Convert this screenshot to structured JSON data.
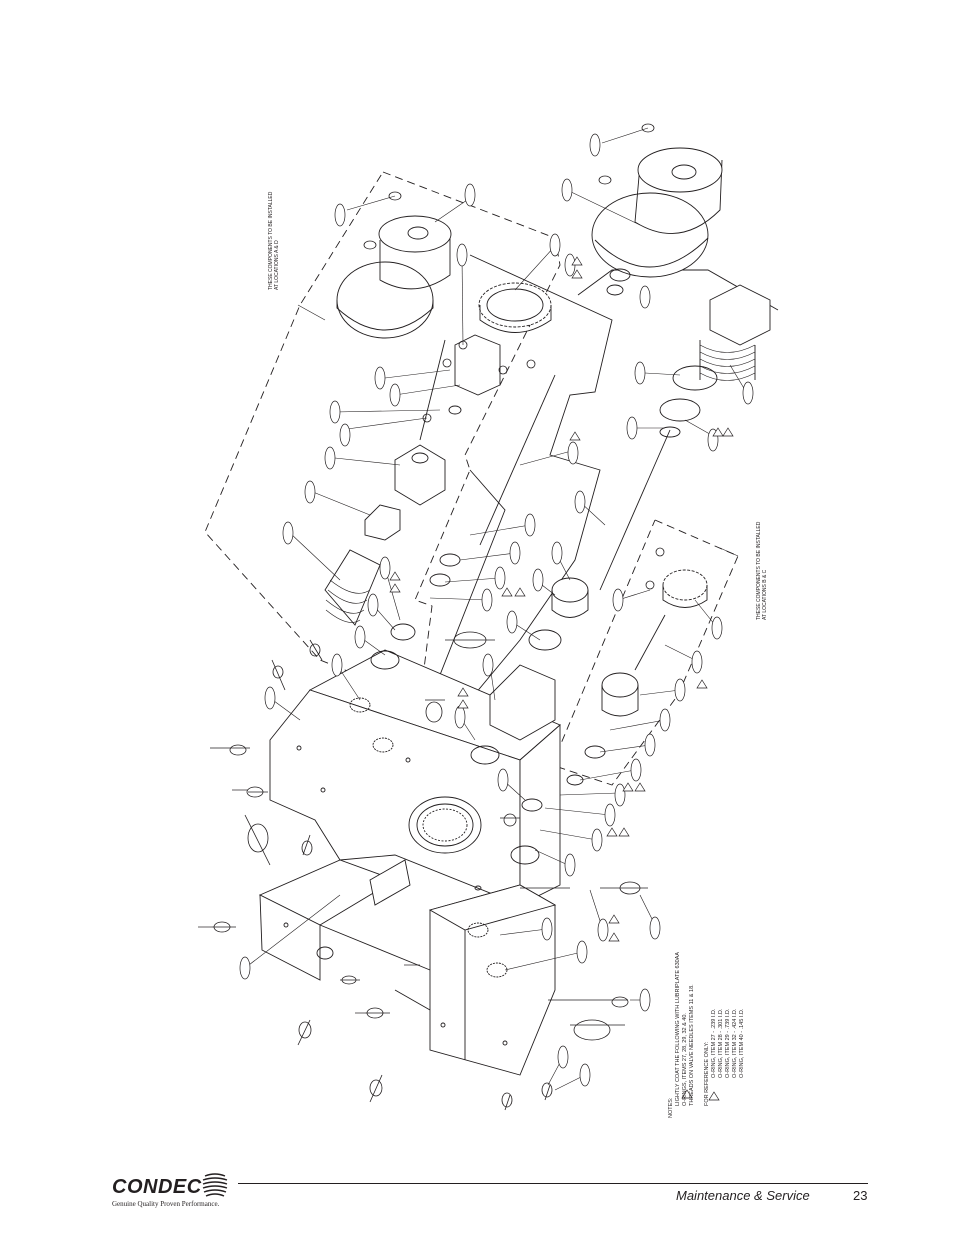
{
  "footer": {
    "logo": "CONDEC",
    "tagline": "Genuine Quality Proven Performance.",
    "section": "Maintenance & Service",
    "page": "23"
  },
  "notes": {
    "heading": "NOTES:",
    "note1_line1": "LIGHTLY COAT THE FOLLOWING WITH LUBRIPLATE 630AA",
    "note1_line2": "O-RINGS, ITEMS 27, 28, 29, 32 & 40.",
    "note1_line3": "THREADS ON VALVE NEEDLES ITEMS 11 & 18.",
    "note2_heading": "FOR REFERENCE ONLY:",
    "oring_list": [
      "O-RING, ITEM 27 - .239 I.D.",
      "O-RING, ITEM 28 - .301 I.D.",
      "O-RING, ITEM 29 - .739 I.D.",
      "O-RING, ITEM 32 - .424 I.D.",
      "O-RING, ITEM 40 - .145 I.D."
    ]
  },
  "group_notes": {
    "top_line1": "THESE COMPONENTS TO BE INSTALLED",
    "top_line2": "AT LOCATIONS A & D",
    "right_line1": "THESE COMPONENTS TO BE INSTALLED",
    "right_line2": "AT LOCATIONS B & C"
  }
}
